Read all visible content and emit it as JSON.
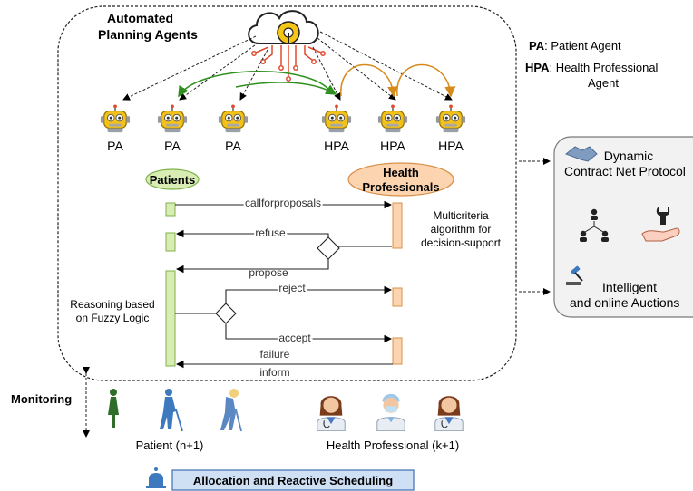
{
  "planning": {
    "title_line1": "Automated",
    "title_line2": "Planning Agents"
  },
  "legend": {
    "pa_key": "PA",
    "pa_text": ": Patient Agent",
    "hpa_key": "HPA",
    "hpa_text": ": Health Professional",
    "hpa_text2": "Agent"
  },
  "agents": [
    "PA",
    "PA",
    "PA",
    "HPA",
    "HPA",
    "HPA"
  ],
  "lanes": {
    "patients": "Patients",
    "hp_line1": "Health",
    "hp_line2": "Professionals"
  },
  "messages": {
    "callforproposals": "callforproposals",
    "refuse": "refuse",
    "propose": "propose",
    "reject": "reject",
    "accept": "accept",
    "failure": "failure",
    "inform": "inform"
  },
  "notes": {
    "multi_line1": "Multicriteria",
    "multi_line2": "algorithm for",
    "multi_line3": "decision-support",
    "fuzzy_line1": "Reasoning based",
    "fuzzy_line2": "on Fuzzy Logic"
  },
  "protocols": {
    "dcnp_line1": "Dynamic",
    "dcnp_line2": "Contract Net Protocol",
    "auction_line1": "Intelligent",
    "auction_line2": "and online Auctions"
  },
  "bottom": {
    "monitoring": "Monitoring",
    "patient_label": "Patient (n+1)",
    "hp_label": "Health Professional (k+1)",
    "allocation": "Allocation and Reactive Scheduling"
  },
  "colors": {
    "patient_fill": "#d8ecb4",
    "patient_stroke": "#7fb24a",
    "hp_fill": "#fcd5b0",
    "hp_stroke": "#d9904a",
    "robot": "#f2c21b",
    "person_blue": "#3d79bf",
    "green_arrow": "#2f8f1f",
    "orange_arrow": "#d68a1c",
    "banner_fill": "#cfe0f5",
    "banner_stroke": "#3c6fb4"
  }
}
